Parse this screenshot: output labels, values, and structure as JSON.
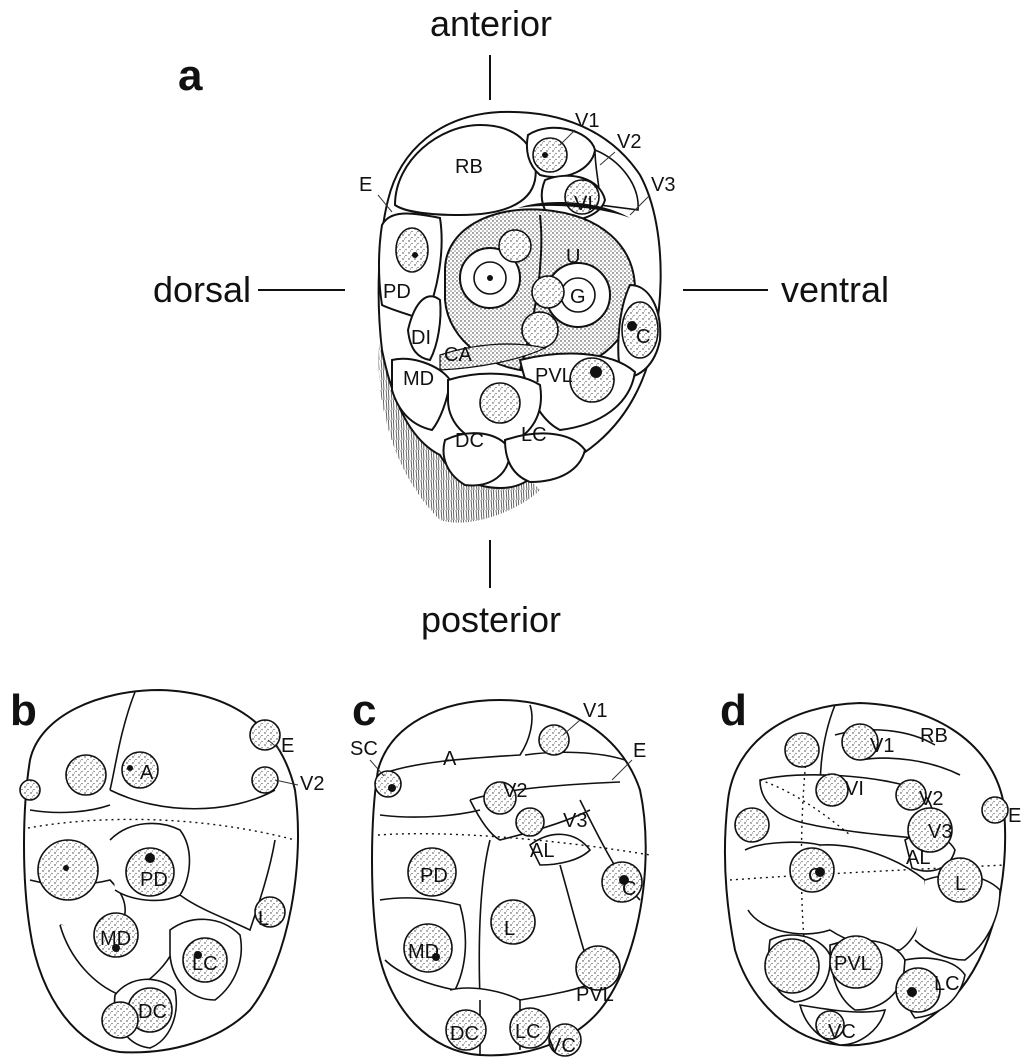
{
  "panels": {
    "a": {
      "letter": "a",
      "axes": {
        "top": "anterior",
        "bottom": "posterior",
        "left": "dorsal",
        "right": "ventral"
      },
      "labels": [
        "V1",
        "V2",
        "V3",
        "RB",
        "E",
        "VI",
        "U",
        "PD",
        "G",
        "DI",
        "C",
        "CA",
        "MD",
        "PVL",
        "DC",
        "LC"
      ]
    },
    "b": {
      "letter": "b",
      "labels": [
        "E",
        "A",
        "V2",
        "PD",
        "MD",
        "L",
        "DC",
        "LC"
      ]
    },
    "c": {
      "letter": "c",
      "labels": [
        "V1",
        "SC",
        "A",
        "E",
        "V2",
        "V3",
        "AL",
        "PD",
        "C",
        "L",
        "MD",
        "PVL",
        "DC",
        "LC",
        "VC"
      ]
    },
    "d": {
      "letter": "d",
      "labels": [
        "V1",
        "RB",
        "VI",
        "V2",
        "E",
        "V3",
        "AL",
        "C",
        "L",
        "PVL",
        "LC",
        "VC"
      ]
    }
  }
}
